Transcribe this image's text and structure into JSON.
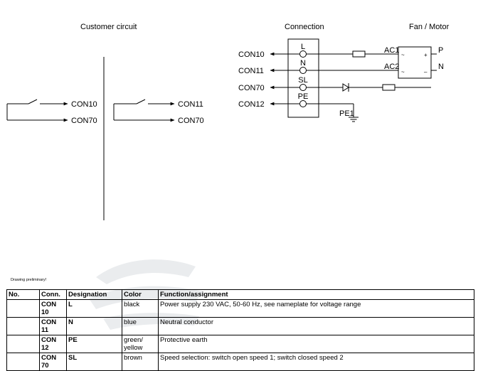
{
  "headers": {
    "customer_circuit": "Customer circuit",
    "connection": "Connection",
    "fan_motor": "Fan / Motor"
  },
  "customer": {
    "left_switch_con": "CON10",
    "left_return_con": "CON70",
    "right_switch_con": "CON11",
    "right_return_con": "CON70"
  },
  "connection": {
    "rows": [
      {
        "con": "CON10",
        "terminal": "L"
      },
      {
        "con": "CON11",
        "terminal": "N"
      },
      {
        "con": "CON70",
        "terminal": "SL"
      },
      {
        "con": "CON12",
        "terminal": "PE"
      }
    ],
    "ac1": "AC1",
    "ac2": "AC2",
    "pe1": "PE1",
    "motor_p": "P",
    "motor_n": "N",
    "motor_tilde_top": "~",
    "motor_plus": "+",
    "motor_tilde_bottom": "~",
    "motor_minus": "–"
  },
  "note": "Drawing preliminary!",
  "table": {
    "columns": [
      "No.",
      "Conn.",
      "Designation",
      "Color",
      "Function/assignment"
    ],
    "rows": [
      {
        "no": "",
        "conn": "CON 10",
        "designation": "L",
        "color": "black",
        "function": "Power supply 230 VAC, 50-60 Hz, see nameplate for voltage range"
      },
      {
        "no": "",
        "conn": "CON 11",
        "designation": "N",
        "color": "blue",
        "function": "Neutral conductor"
      },
      {
        "no": "",
        "conn": "CON 12",
        "designation": "PE",
        "color": "green/ yellow",
        "function": "Protective earth"
      },
      {
        "no": "",
        "conn": "CON 70",
        "designation": "SL",
        "color": "brown",
        "function": "Speed selection: switch open speed 1; switch closed speed 2"
      }
    ]
  }
}
